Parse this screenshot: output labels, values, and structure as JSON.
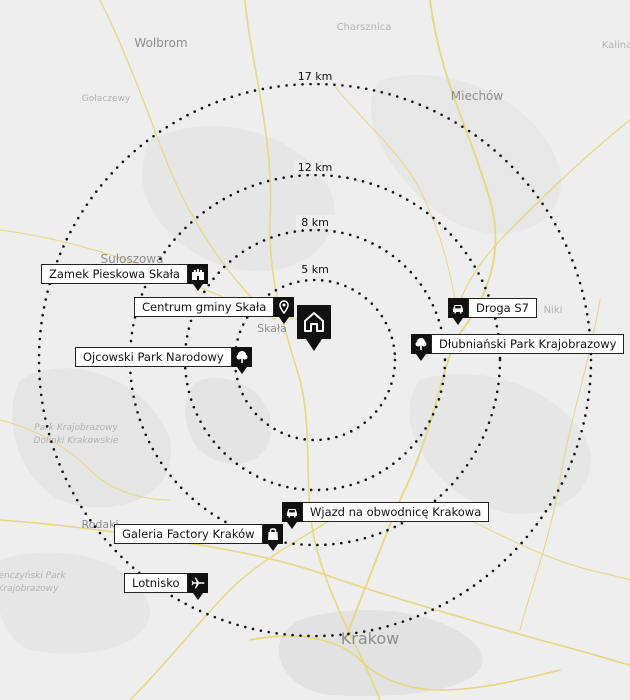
{
  "map": {
    "towns": [
      {
        "name": "Charsznica"
      },
      {
        "name": "Wolbrom"
      },
      {
        "name": "Kalina"
      },
      {
        "name": "Gołaczewy"
      },
      {
        "name": "Miechów"
      },
      {
        "name": "Sułoszowa"
      },
      {
        "name": "Skała"
      },
      {
        "name": "Niki"
      },
      {
        "name": "Park Krajobrazowy"
      },
      {
        "name": "Dolinki Krakowskie"
      },
      {
        "name": "Rodaki"
      },
      {
        "name": "enczyński Park"
      },
      {
        "name": "Krajobrazowy"
      },
      {
        "name": "Krakow"
      }
    ],
    "rings": [
      {
        "label": "5 km"
      },
      {
        "label": "8 km"
      },
      {
        "label": "12 km"
      },
      {
        "label": "17 km"
      }
    ],
    "home_icon": "home-icon",
    "pois": [
      {
        "label": "Zamek Pieskowa Skała",
        "icon": "castle-icon"
      },
      {
        "label": "Centrum gminy Skała",
        "icon": "location-pin-icon"
      },
      {
        "label": "Ojcowski Park Narodowy",
        "icon": "tree-icon"
      },
      {
        "label": "Droga S7",
        "icon": "car-icon"
      },
      {
        "label": "Dłubniański Park Krajobrazowy",
        "icon": "tree-icon"
      },
      {
        "label": "Wjazd na obwodnicę Krakowa",
        "icon": "car-icon"
      },
      {
        "label": "Galeria Factory Kraków",
        "icon": "shopping-bag-icon"
      },
      {
        "label": "Lotnisko",
        "icon": "airplane-icon"
      }
    ]
  }
}
